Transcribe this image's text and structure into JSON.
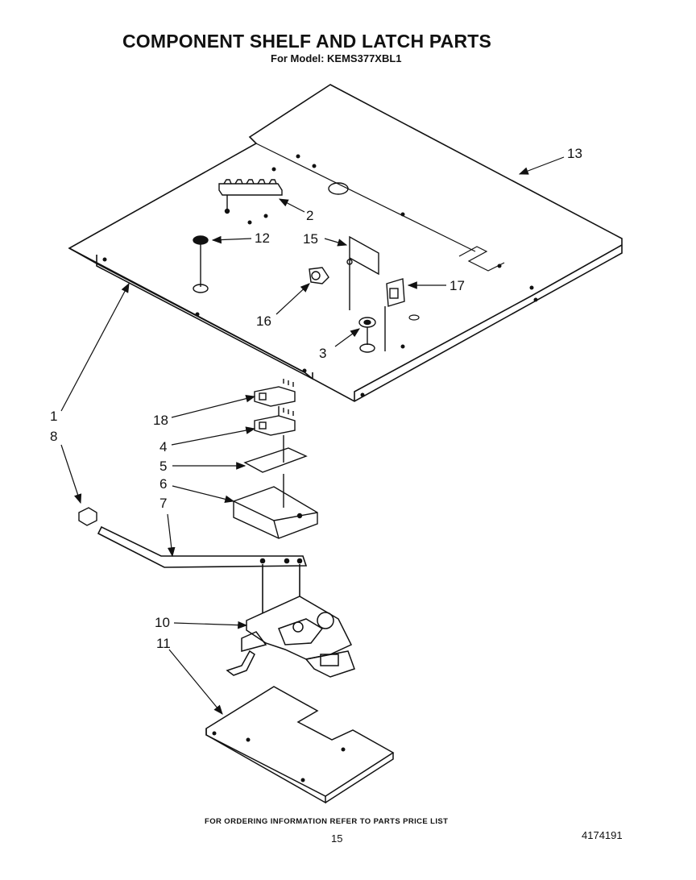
{
  "title": "COMPONENT SHELF AND LATCH PARTS",
  "subtitle": "For Model: KEMS377XBL1",
  "footer_text": "FOR ORDERING INFORMATION REFER TO PARTS PRICE LIST",
  "page_number": "15",
  "document_number": "4174191",
  "callouts": {
    "c1": "1",
    "c2": "2",
    "c3": "3",
    "c4": "4",
    "c5": "5",
    "c6": "6",
    "c7": "7",
    "c8": "8",
    "c10": "10",
    "c11": "11",
    "c12": "12",
    "c13": "13",
    "c15": "15",
    "c16": "16",
    "c17": "17",
    "c18": "18"
  }
}
